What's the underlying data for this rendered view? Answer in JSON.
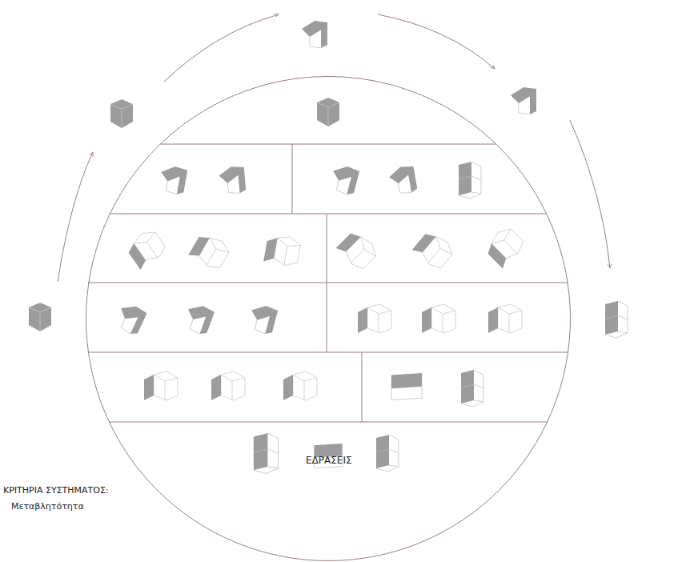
{
  "diagram": {
    "nodes": [
      {
        "text": [
          "ΕΔΡΑΣΕΙΣ"
        ]
      }
    ],
    "labels": [
      "ΚΡΙΤΗΡΙΑ ΣΥΣΤΗΜΑΤΟΣ:",
      "Μεταβλητότητα"
    ]
  }
}
